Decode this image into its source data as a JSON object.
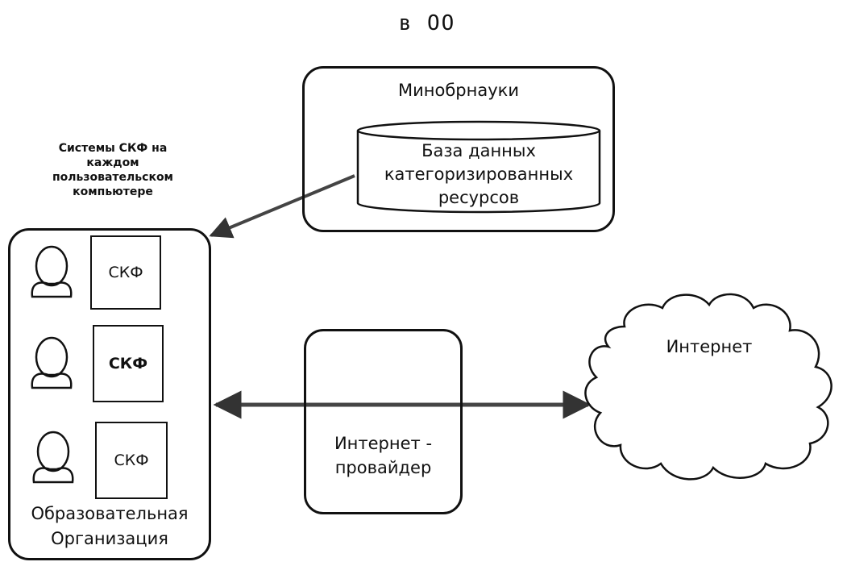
{
  "header": {
    "title": "в ОО"
  },
  "ministry": {
    "label": "Минобрнауки",
    "database": {
      "line1": "База данных",
      "line2": "категоризированных",
      "line3": "ресурсов"
    }
  },
  "note": {
    "line1": "Системы СКФ на",
    "line2": "каждом",
    "line3": "пользовательском",
    "line4": "компьютере"
  },
  "organization": {
    "line1": "Образовательная",
    "line2": "Организация",
    "workstations": [
      {
        "filter_label": "СКФ"
      },
      {
        "filter_label": "СКФ"
      },
      {
        "filter_label": "СКФ"
      }
    ]
  },
  "provider": {
    "line1": "Интернет -",
    "line2": "провайдер"
  },
  "internet": {
    "label": "Интернет"
  },
  "icons": [
    "user-icon",
    "cloud-icon",
    "database-icon",
    "arrow"
  ]
}
